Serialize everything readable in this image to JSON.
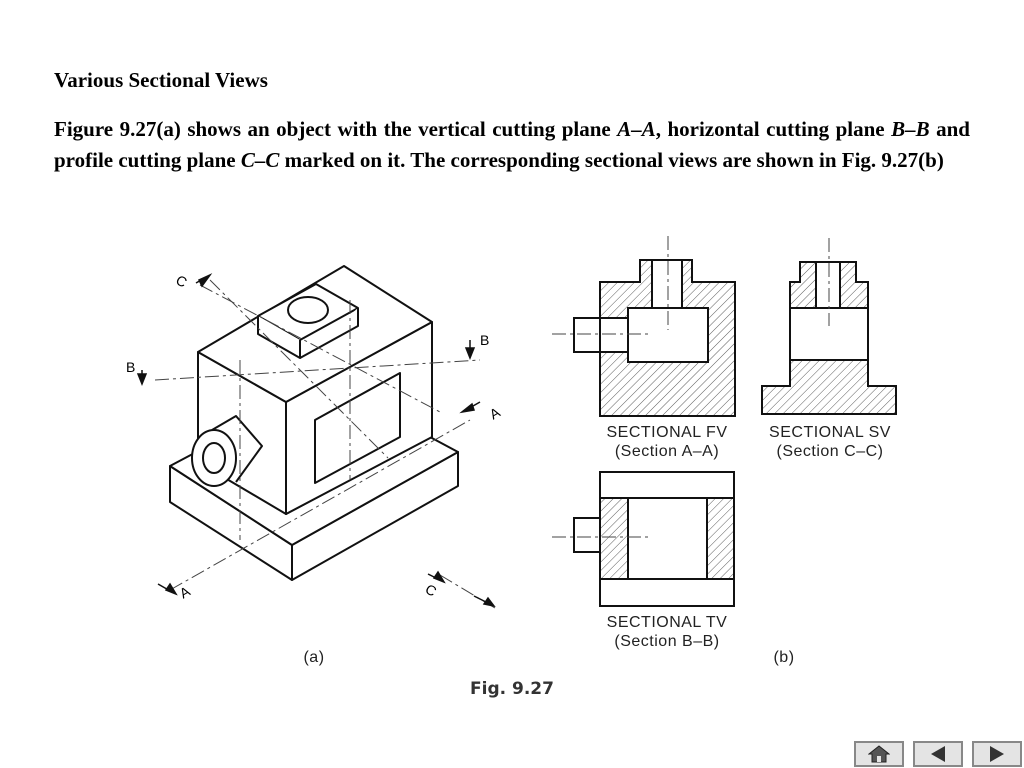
{
  "heading": "Various Sectional Views",
  "paragraph": {
    "p1": "Figure 9.27(a) shows an object with the vertical cutting plane ",
    "i1": "A–A",
    "p2": ", horizontal cutting plane ",
    "i2": "B–B",
    "p3": " and profile cutting plane ",
    "i3": "C–C",
    "p4": " marked on it. The corresponding sectional views are shown in Fig. 9.27(b)"
  },
  "figure": {
    "plane_labels": {
      "a": "A",
      "b": "B",
      "c": "C"
    },
    "views": {
      "fv_title": "SECTIONAL FV",
      "fv_sub": "(Section A–A)",
      "sv_title": "SECTIONAL SV",
      "sv_sub": "(Section C–C)",
      "tv_title": "SECTIONAL TV",
      "tv_sub": "(Section B–B)"
    },
    "label_a": "(a)",
    "label_b": "(b)",
    "caption": "Fig. 9.27"
  },
  "nav": {
    "home": "home-icon",
    "prev": "previous-arrow-icon",
    "next": "next-arrow-icon"
  }
}
